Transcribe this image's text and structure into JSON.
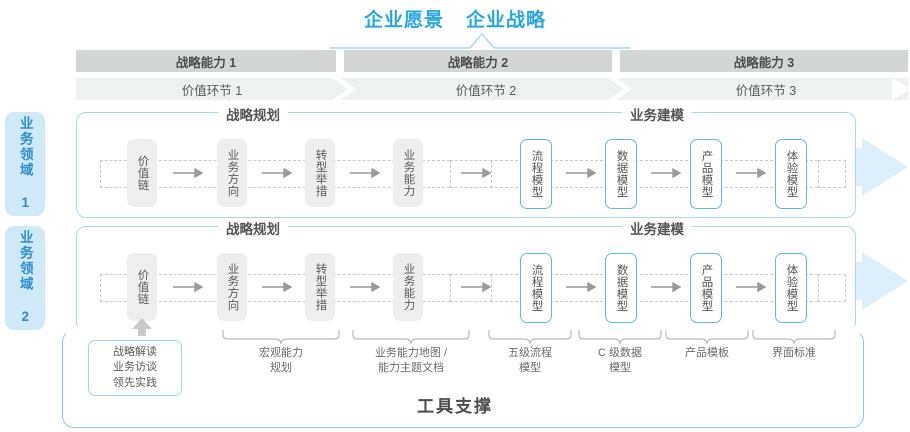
{
  "header": {
    "vision": "企业愿景",
    "strategy": "企业战略"
  },
  "capabilities": [
    {
      "label": "战略能力 1"
    },
    {
      "label": "战略能力 2"
    },
    {
      "label": "战略能力 3"
    }
  ],
  "value_chain": [
    {
      "label": "价值环节 1"
    },
    {
      "label": "价值环节 2"
    },
    {
      "label": "价值环节 3"
    }
  ],
  "domains": [
    {
      "label": "业务领域 1"
    },
    {
      "label": "业务领域 2"
    }
  ],
  "sections": {
    "planning": "战略规划",
    "modeling": "业务建模"
  },
  "nodes": {
    "planning": [
      {
        "label": "价值链",
        "style": "grey"
      },
      {
        "label": "业务方向",
        "style": "grey"
      },
      {
        "label": "转型举措",
        "style": "grey"
      },
      {
        "label": "业务能力",
        "style": "grey"
      }
    ],
    "modeling": [
      {
        "label": "流程模型",
        "style": "blue"
      },
      {
        "label": "数据模型",
        "style": "blue"
      },
      {
        "label": "产品模型",
        "style": "blue"
      },
      {
        "label": "体验模型",
        "style": "blue"
      }
    ]
  },
  "annotations": {
    "boxed": "战略解读\n业务访谈\n领先实践",
    "items": [
      {
        "label": "宏观能力\n规划"
      },
      {
        "label": "业务能力地图 /\n能力主题文档"
      },
      {
        "label": "五级流程\n模型"
      },
      {
        "label": "C 级数据\n模型"
      },
      {
        "label": "产品模板"
      },
      {
        "label": "界面标准"
      }
    ]
  },
  "footer": {
    "tool_support": "工具支撑"
  },
  "colors": {
    "accent_blue": "#29a8e0",
    "light_blue_border": "#a8d8ef",
    "node_blue_border": "#63b8e4",
    "bar_grey": "#d4d6d6",
    "band_grey": "#eff0f0",
    "tab_bg": "#cfe9f7"
  }
}
